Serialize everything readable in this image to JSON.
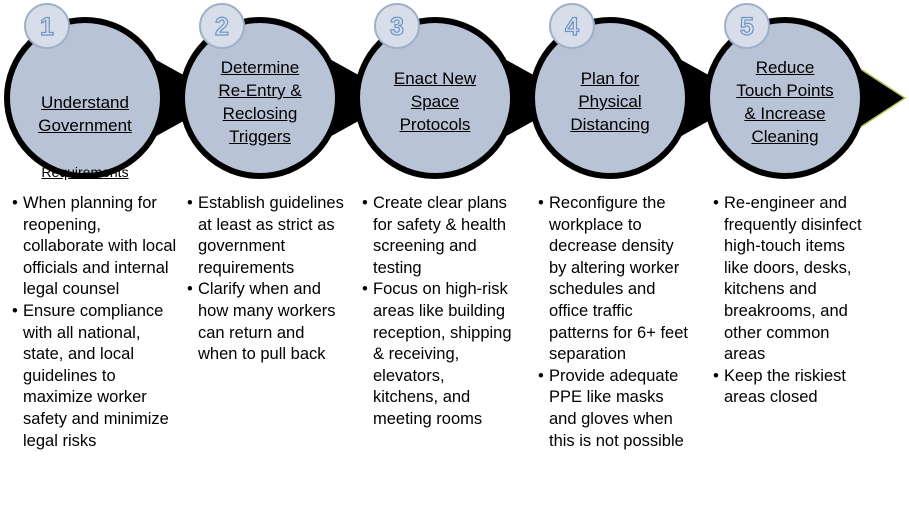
{
  "colors": {
    "circle_fill": "#b9c3d6",
    "badge_fill": "#d7dee9",
    "badge_border": "#9fb0cb",
    "badge_text": "#6f93c6",
    "arrow": "#000000",
    "last_arrow_edge": "#b7c95a"
  },
  "steps": [
    {
      "number": "1",
      "title_main": "Understand\nGovernment",
      "title_small": "Requirements",
      "bullets": [
        "When planning for reopening, collaborate with local officials and internal legal counsel",
        "Ensure compliance with all national, state, and local guidelines to maximize worker safety and minimize legal risks"
      ]
    },
    {
      "number": "2",
      "title": "Determine\nRe-Entry &\nReclosing\nTriggers",
      "bullets": [
        "Establish guidelines at least as strict as government requirements",
        "Clarify when and how many workers can return and when to pull back"
      ]
    },
    {
      "number": "3",
      "title": "Enact New\nSpace\nProtocols",
      "bullets": [
        "Create clear plans for safety & health screening and testing",
        "Focus on high-risk areas like building reception, shipping & receiving, elevators, kitchens, and meeting rooms"
      ]
    },
    {
      "number": "4",
      "title": "Plan for\nPhysical\nDistancing",
      "bullets": [
        "Reconfigure the workplace to decrease density by altering worker schedules and office traffic patterns for 6+ feet separation",
        "Provide adequate PPE like masks and gloves when this is not possible"
      ]
    },
    {
      "number": "5",
      "title": "Reduce\nTouch Points\n& Increase\nCleaning",
      "bullets": [
        "Re-engineer and frequently disinfect high-touch items like doors, desks, kitchens and breakrooms, and other common areas",
        "Keep the riskiest areas closed"
      ]
    }
  ]
}
